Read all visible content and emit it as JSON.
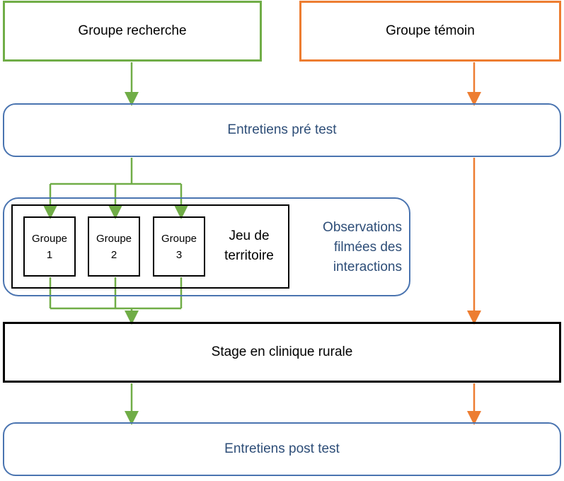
{
  "nodes": {
    "groupe_recherche": "Groupe recherche",
    "groupe_temoin": "Groupe témoin",
    "entretiens_pre_test": "Entretiens pré test",
    "observations_line1": "Observations",
    "observations_line2": "filmées des",
    "observations_line3": "interactions",
    "jeu_line1": "Jeu de",
    "jeu_line2": "territoire",
    "groupes": [
      {
        "label": "Groupe",
        "number": "1"
      },
      {
        "label": "Groupe",
        "number": "2"
      },
      {
        "label": "Groupe",
        "number": "3"
      }
    ],
    "stage": "Stage en clinique rurale",
    "entretiens_post_test": "Entretiens post test"
  },
  "colors": {
    "research_path": "#70ad47",
    "control_path": "#ed7d31",
    "interview_border": "#4a74b0",
    "interview_text": "#2e4e78",
    "neutral_border": "#000000"
  }
}
